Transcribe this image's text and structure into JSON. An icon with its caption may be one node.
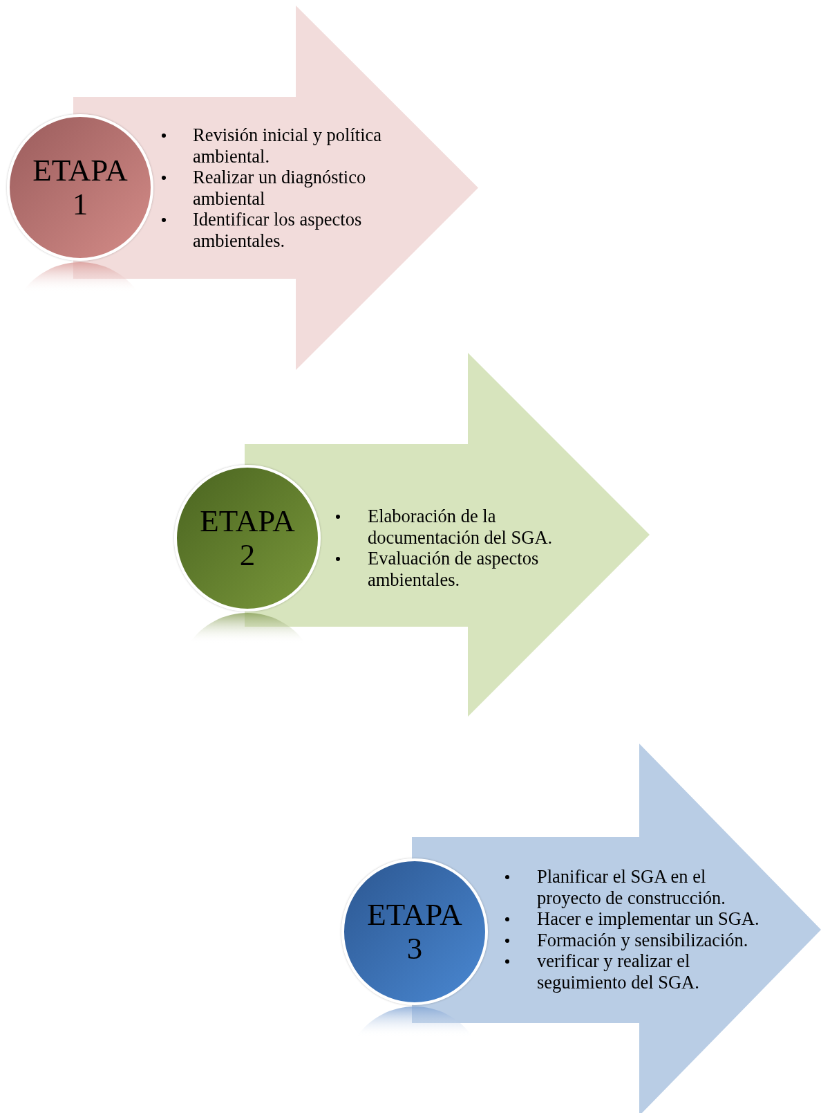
{
  "diagram": {
    "nodes": [
      {
        "text": [
          "ETAPA 1"
        ]
      },
      {
        "text": [
          "Revisión inicial y política ambiental.",
          "Realizar un diagnóstico ambiental",
          "Identificar los aspectos ambientales."
        ]
      },
      {
        "text": [
          "ETAPA 2"
        ]
      },
      {
        "text": [
          "Elaboración de la documentación del SGA.",
          "Evaluación de aspectos ambientales."
        ]
      },
      {
        "text": [
          "ETAPA 3"
        ]
      },
      {
        "text": [
          "Planificar el SGA en el proyecto de construcción.",
          "Hacer e implementar un SGA.",
          "Formación y sensibilización.",
          "verificar y realizar el seguimiento del SGA."
        ]
      },
      {
        "text": [],
        "shape": "circle"
      },
      {
        "text": [],
        "shape": "circle"
      },
      {
        "text": [],
        "shape": "circle"
      }
    ]
  }
}
